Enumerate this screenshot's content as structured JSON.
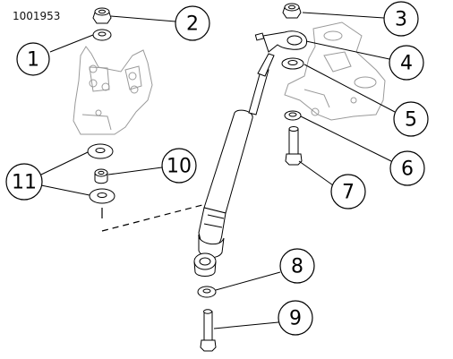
{
  "figure": {
    "reference_code": "1001953",
    "callouts": [
      "1",
      "2",
      "3",
      "4",
      "5",
      "6",
      "7",
      "8",
      "9",
      "10",
      "11"
    ]
  },
  "colors": {
    "line": "#000000",
    "ghost_bracket": "#9a9a9a",
    "fill": "#ffffff"
  }
}
